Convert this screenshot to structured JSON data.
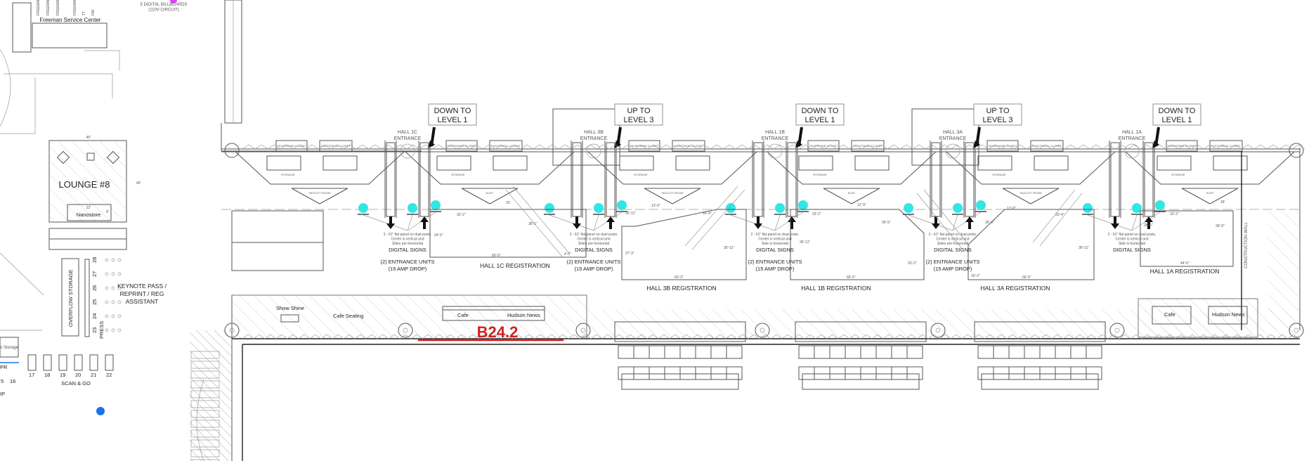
{
  "colors": {
    "sign": "#33e6e6",
    "accent": "#d42020",
    "line": "#555555",
    "blueDot": "#1a73e8",
    "pink": "#e040fb"
  },
  "left": {
    "billboards": [
      "5 DIGITAL BILLBOARDS",
      "(110V CIRCUIT)"
    ],
    "service_center": "Freeman Service Center",
    "service_tags": [
      "FREEMAN",
      "FREEMAN",
      "FREEMAN",
      "FREEMAN",
      "TT",
      "FAV"
    ],
    "lounge": "LOUNGE #8",
    "lounge_dim_w": "40'",
    "lounge_dim_h": "40'",
    "nanostore": "Nanostore",
    "nanostore_w": "22'",
    "nanostore_h": "8'",
    "overflow": "OVERFLOW STORAGE",
    "counter_numbers": [
      "23",
      "24",
      "25",
      "26",
      "27",
      "28"
    ],
    "press": "PRESS",
    "keynote": [
      "KEYNOTE PASS /",
      "REPRINT / REG",
      "ASSISTANT"
    ],
    "storage": "o Storage",
    "lanes": [
      "17",
      "18",
      "19",
      "20",
      "21",
      "22"
    ],
    "lanes_left": [
      "5",
      "16"
    ],
    "scan_go": "SCAN & GO",
    "ip": "IP",
    "pr": "PR"
  },
  "entrances": [
    {
      "hall": "HALL 1C",
      "sub": "ENTRANCE",
      "callout": [
        "DOWN TO",
        "LEVEL 1"
      ]
    },
    {
      "hall": "HALL 3B",
      "sub": "ENTRANCE",
      "callout": [
        "UP TO",
        "LEVEL 3"
      ]
    },
    {
      "hall": "HALL 1B",
      "sub": "ENTRANCE",
      "callout": [
        "DOWN TO",
        "LEVEL 1"
      ]
    },
    {
      "hall": "HALL 3A",
      "sub": "ENTRANCE",
      "callout": [
        "UP TO",
        "LEVEL 3"
      ]
    },
    {
      "hall": "HALL 1A",
      "sub": "ENTRANCE",
      "callout": [
        "DOWN TO",
        "LEVEL 1"
      ]
    }
  ],
  "room_labels": {
    "telephone": "TELEPHONE CLOSET",
    "electrical": "ELECTRICAL CLOSET",
    "storage": "STORAGE",
    "elev": "ELEV",
    "facility": "FACILITY ROOM"
  },
  "signs": {
    "title": "DIGITAL SIGNS",
    "note_3": [
      "3 - 61\" flat panel on dual posts.",
      "Center is vertical and",
      "Sides are horizontal"
    ],
    "note_2": [
      "2 - 61\" flat panel on dual posts.",
      "Center is vertical and",
      "Side is horizontal"
    ],
    "entrance_units": [
      "(2) ENTRANCE UNITS",
      "(15 AMP DROP)"
    ]
  },
  "registrations": [
    {
      "label": "HALL 1C REGISTRATION"
    },
    {
      "label": "HALL 3B REGISTRATION"
    },
    {
      "label": "HALL 1B REGISTRATION"
    },
    {
      "label": "HALL 3A REGISTRATION"
    },
    {
      "label": "HALL 1A REGISTRATION"
    }
  ],
  "dims": [
    "33'-2\"",
    "24'-6\"",
    "66'-5\"",
    "15'",
    "38'-1\"",
    "4'-6\"",
    "25'-11\"",
    "13'-9\"",
    "33'-4\"",
    "27'-3\"",
    "60'-3\"",
    "36'-11\"",
    "36'-11\"",
    "33'-2\"",
    "12'-9\"",
    "36'-5\"",
    "66'-6\"",
    "20'-2\"",
    "12'-8\"",
    "35'-4\"",
    "33'-4\"",
    "20'-2\"",
    "36'-11\"",
    "66'-6\"",
    "33'-2\"",
    "18'",
    "39'-9\"",
    "28'-6\"",
    "44'-5\""
  ],
  "lower": {
    "shoe_shine": "Show Shine",
    "cafe_seating": "Cafe Seating",
    "cafe": "Cafe",
    "hudson": "Hudson News",
    "booth_id": "B24.2",
    "construction": "CONSTRUCTION WALL"
  }
}
